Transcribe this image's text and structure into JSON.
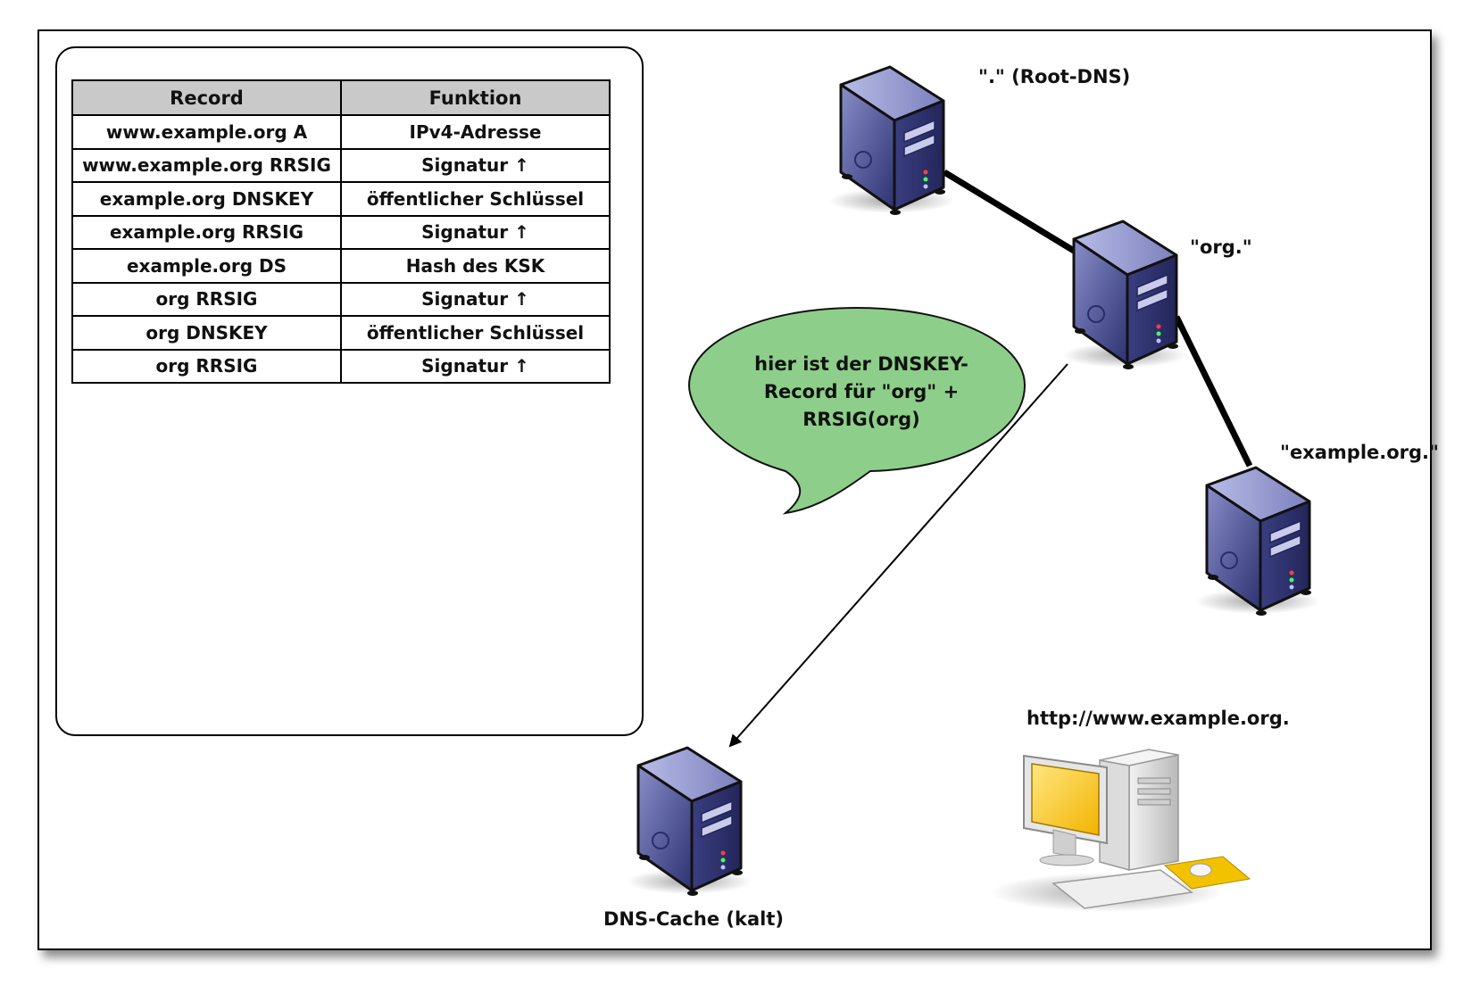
{
  "table": {
    "headers": [
      "Record",
      "Funktion"
    ],
    "rows": [
      [
        "www.example.org A",
        "IPv4-Adresse"
      ],
      [
        "www.example.org RRSIG",
        "Signatur ↑"
      ],
      [
        "example.org DNSKEY",
        "öffentlicher Schlüssel"
      ],
      [
        "example.org RRSIG",
        "Signatur ↑"
      ],
      [
        "example.org DS",
        "Hash des KSK"
      ],
      [
        "org RRSIG",
        "Signatur ↑"
      ],
      [
        "org DNSKEY",
        "öffentlicher Schlüssel"
      ],
      [
        "org RRSIG",
        "Signatur ↑"
      ]
    ]
  },
  "servers": {
    "root_label": "\".\" (Root-DNS)",
    "org_label": "\"org.\"",
    "example_label": "\"example.org.\"",
    "cache_label": "DNS-Cache (kalt)"
  },
  "client": {
    "url_label": "http://www.example.org."
  },
  "bubble": {
    "lines": [
      "hier ist der DNSKEY-",
      "Record für \"org\" +",
      "RRSIG(org)"
    ],
    "color": "#8dcf8a"
  },
  "icons": {
    "server": "server-tower-icon",
    "workstation": "desktop-computer-icon"
  }
}
